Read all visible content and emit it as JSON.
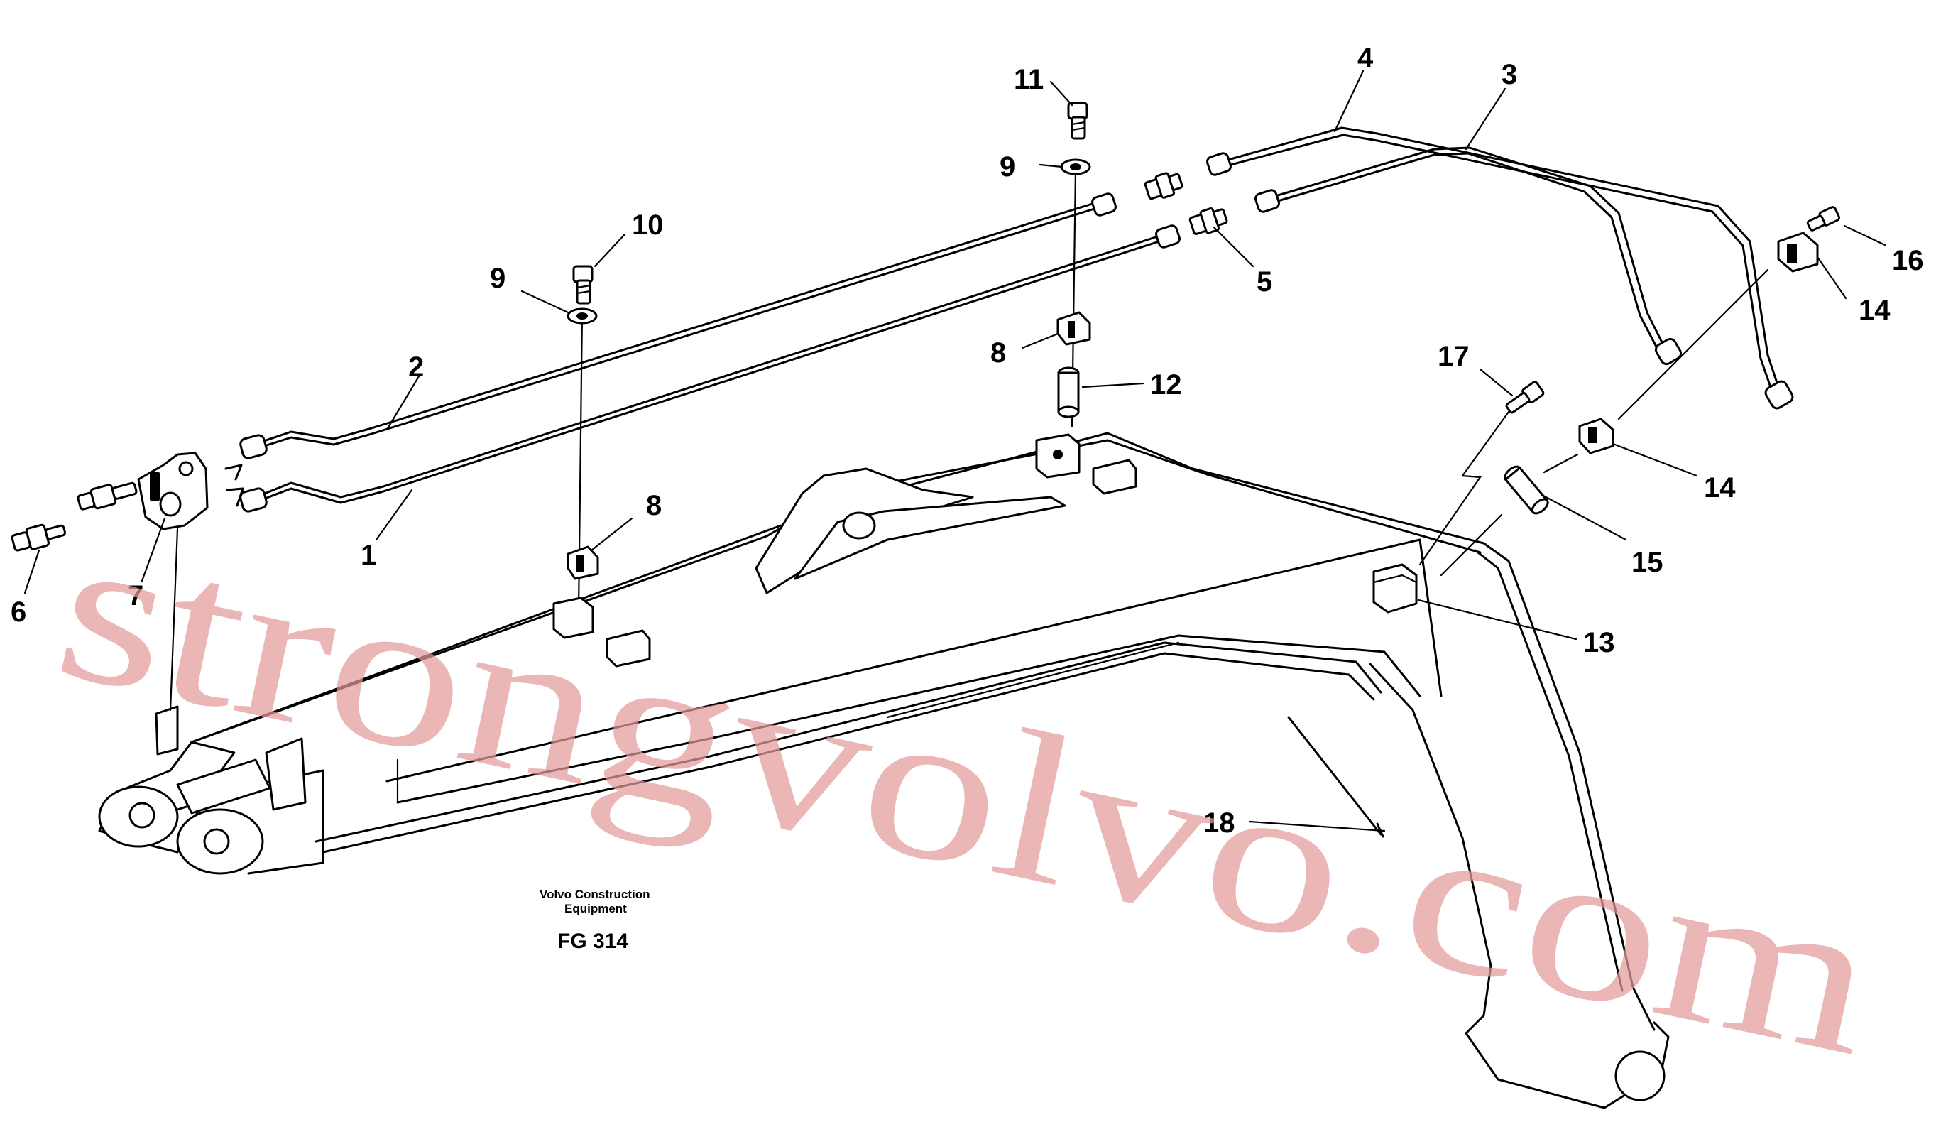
{
  "diagram": {
    "callouts": [
      "1",
      "2",
      "3",
      "4",
      "5",
      "6",
      "7",
      "8",
      "8",
      "9",
      "9",
      "10",
      "11",
      "12",
      "13",
      "14",
      "14",
      "15",
      "16",
      "17",
      "18"
    ],
    "caption": {
      "company_line1": "Volvo Construction",
      "company_line2": "Equipment",
      "figure_code": "FG 314"
    },
    "watermark": "strongvolvo.com",
    "colors": {
      "line": "#000000",
      "background": "#ffffff",
      "watermark": "#e39a9a"
    }
  }
}
